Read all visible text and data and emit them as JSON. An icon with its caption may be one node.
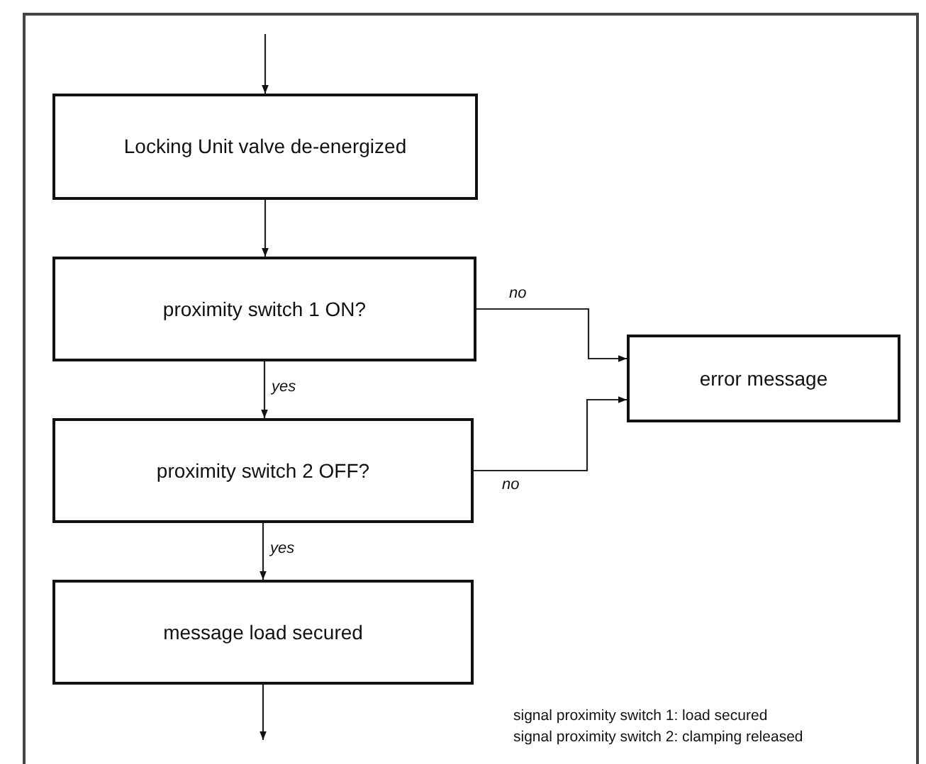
{
  "diagram": {
    "nodes": [
      {
        "text": [
          "Locking Unit valve de-energized"
        ]
      },
      {
        "text": [
          "proximity switch 1 ON?"
        ]
      },
      {
        "text": [
          "error message"
        ]
      },
      {
        "text": [
          "proximity switch 2 OFF?"
        ]
      },
      {
        "text": [
          "message load secured"
        ]
      }
    ],
    "edges": [
      {
        "from": null,
        "to": 0,
        "arrow": "to"
      },
      {
        "from": 0,
        "to": 1,
        "arrow": "to"
      },
      {
        "from": 1,
        "to": 2,
        "label": "no",
        "arrow": "to"
      },
      {
        "from": 1,
        "to": 3,
        "label": "yes",
        "arrow": "to"
      },
      {
        "from": 3,
        "to": 2,
        "label": "no",
        "arrow": "to"
      },
      {
        "from": 3,
        "to": 4,
        "label": "yes",
        "arrow": "to"
      },
      {
        "from": 4,
        "to": null,
        "arrow": "to"
      }
    ],
    "labels": [
      "signal proximity switch 1: load secured",
      "signal proximity switch 2: clamping released"
    ]
  }
}
